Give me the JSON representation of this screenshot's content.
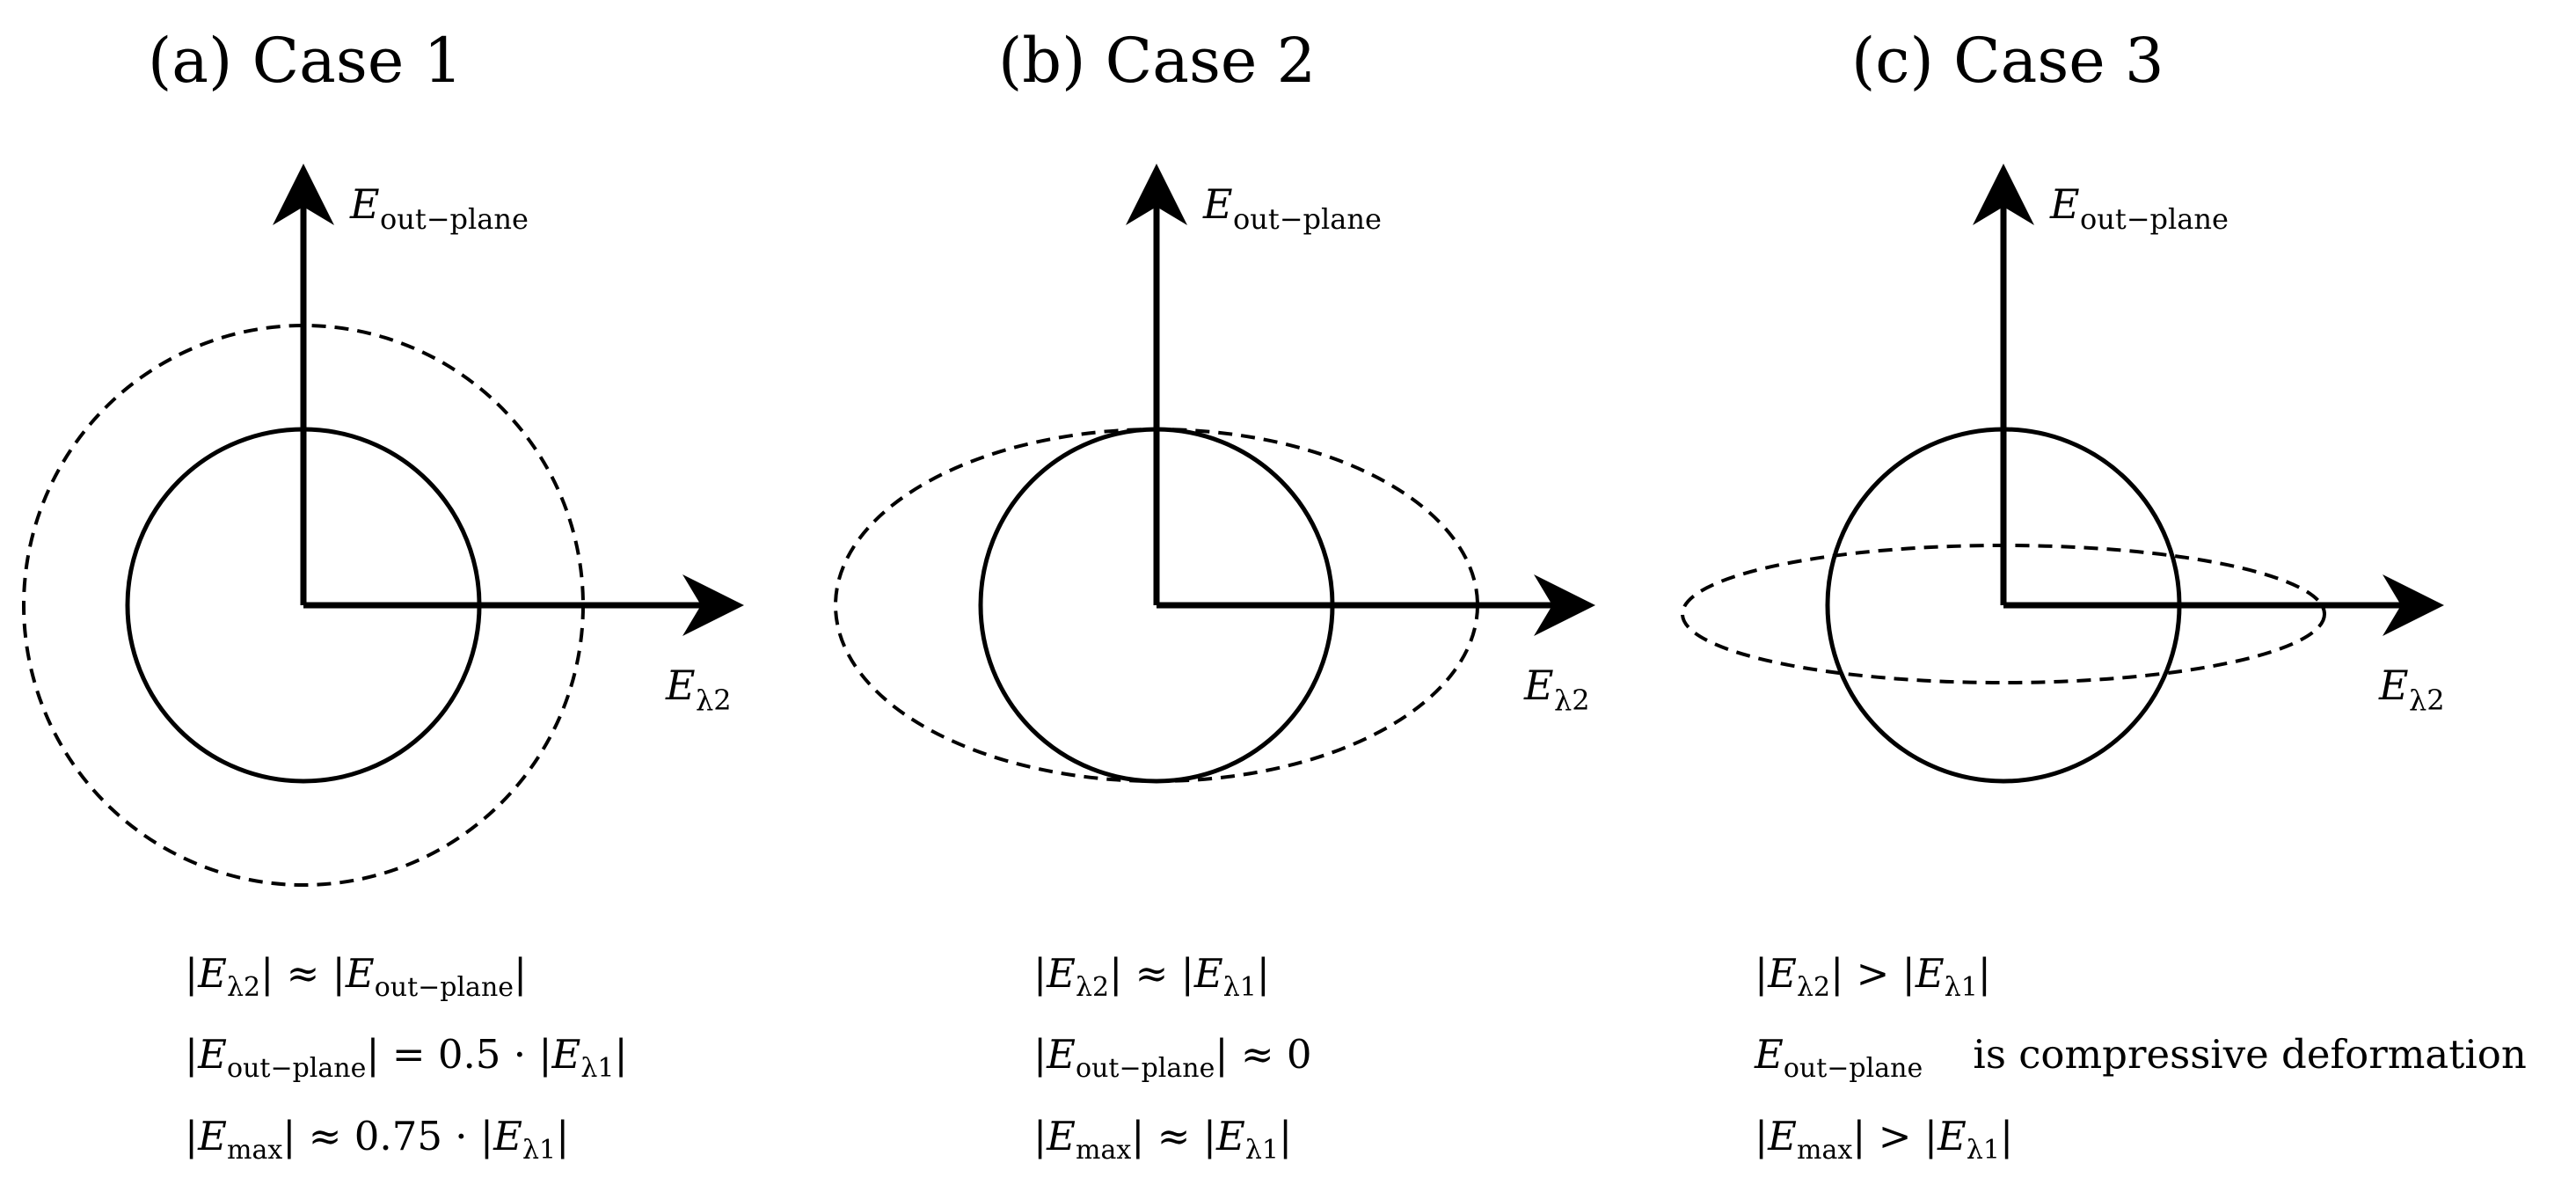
{
  "panels": [
    {
      "title": "(a) Case 1",
      "y_axis_label": "E",
      "y_axis_sub": "out−plane",
      "x_axis_label": "E",
      "x_axis_sub": "λ2",
      "eq1": {
        "lhs_sub": "λ2",
        "op": "≈",
        "rhs_sub": "out−plane"
      },
      "eq2": {
        "lhs_sub": "out−plane",
        "rhs": "= 0.5 ·",
        "rhs_sub": "λ1"
      },
      "eq3": {
        "lhs_sub": "max",
        "rhs": "≈ 0.75 ·",
        "rhs_sub": "λ1"
      }
    },
    {
      "title": "(b) Case 2",
      "y_axis_label": "E",
      "y_axis_sub": "out−plane",
      "x_axis_label": "E",
      "x_axis_sub": "λ2",
      "eq1": {
        "lhs_sub": "λ2",
        "op": "≈",
        "rhs_sub": "λ1"
      },
      "eq2": {
        "lhs_sub": "out−plane",
        "rhs": "≈ 0"
      },
      "eq3": {
        "lhs_sub": "max",
        "op": "≈",
        "rhs_sub": "λ1"
      }
    },
    {
      "title": "(c) Case 3",
      "y_axis_label": "E",
      "y_axis_sub": "out−plane",
      "x_axis_label": "E",
      "x_axis_sub": "λ2",
      "eq1": {
        "lhs_sub": "λ2",
        "op": ">",
        "rhs_sub": "λ1"
      },
      "eq2": {
        "lhs_sub": "out−plane",
        "text": "is compressive deformation"
      },
      "eq3": {
        "lhs_sub": "max",
        "op": ">",
        "rhs_sub": "λ1"
      }
    }
  ],
  "letter_E": "E",
  "bar": "|"
}
